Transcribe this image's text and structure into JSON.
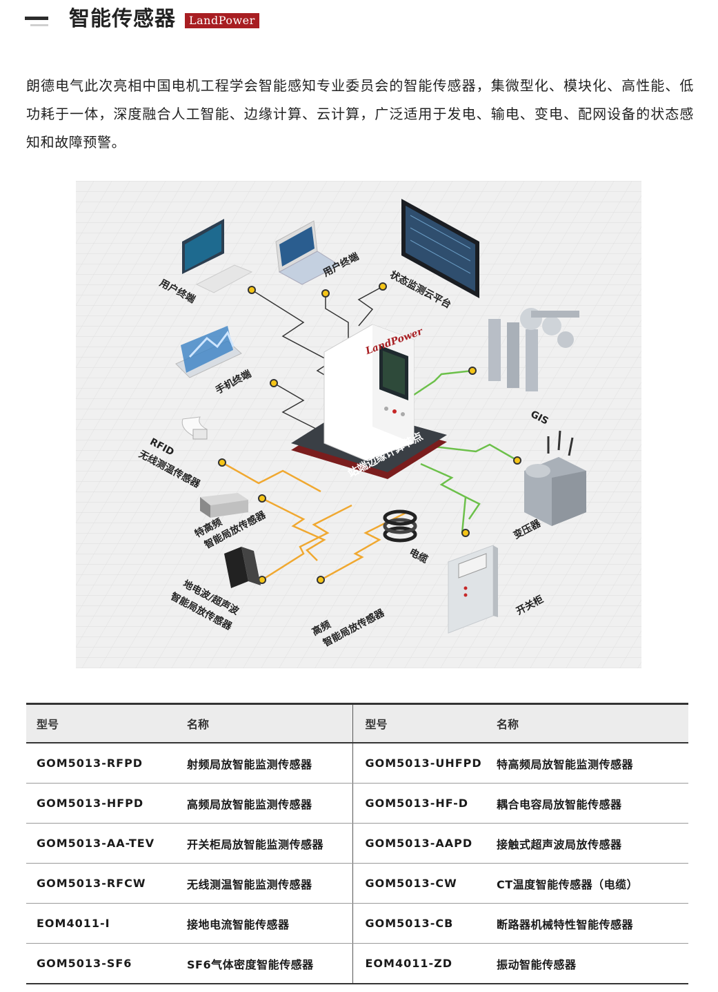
{
  "header": {
    "title": "智能传感器",
    "brand_badge": "LandPower"
  },
  "intro": "朗德电气此次亮相中国电机工程学会智能感知专业委员会的智能传感器，集微型化、模块化、高性能、低功耗于一体，深度融合人工智能、边缘计算、云计算，广泛适用于发电、输电、变电、配网设备的状态感知和故障预警。",
  "diagram": {
    "hub_brand": "LandPower",
    "hub_label": "站端边缘计算节点",
    "labels": {
      "user_terminal_pc": "用户终端",
      "user_terminal_laptop": "用户终端",
      "cloud_platform": "状态监测云平台",
      "mobile_terminal": "手机终端",
      "gis": "GIS",
      "rfid_line1": "RFID",
      "rfid_line2": "无线测温传感器",
      "uhf_line1": "特高频",
      "uhf_line2": "智能局放传感器",
      "tev_line1": "地电波/超声波",
      "tev_line2": "智能局放传感器",
      "hf_line1": "高频",
      "hf_line2": "智能局放传感器",
      "cable": "电缆",
      "transformer": "变压器",
      "switchgear": "开关柜"
    },
    "colors": {
      "dark_link": "#333333",
      "sensor_link": "#f0a830",
      "equipment_link": "#6cc04a",
      "hub_base": "#3a3f45",
      "hub_border": "#7a1d1d"
    }
  },
  "table": {
    "headers": [
      "型号",
      "名称",
      "型号",
      "名称"
    ],
    "rows": [
      [
        "GOM5013-RFPD",
        "射频局放智能监测传感器",
        "GOM5013-UHFPD",
        "特高频局放智能监测传感器"
      ],
      [
        "GOM5013-HFPD",
        "高频局放智能监测传感器",
        "GOM5013-HF-D",
        "耦合电容局放智能传感器"
      ],
      [
        "GOM5013-AA-TEV",
        "开关柜局放智能监测传感器",
        "GOM5013-AAPD",
        "接触式超声波局放传感器"
      ],
      [
        "GOM5013-RFCW",
        "无线测温智能监测传感器",
        "GOM5013-CW",
        "CT温度智能传感器（电缆）"
      ],
      [
        "EOM4011-I",
        "接地电流智能传感器",
        "GOM5013-CB",
        "断路器机械特性智能传感器"
      ],
      [
        "GOM5013-SF6",
        "SF6气体密度智能传感器",
        "EOM4011-ZD",
        "振动智能传感器"
      ]
    ]
  }
}
